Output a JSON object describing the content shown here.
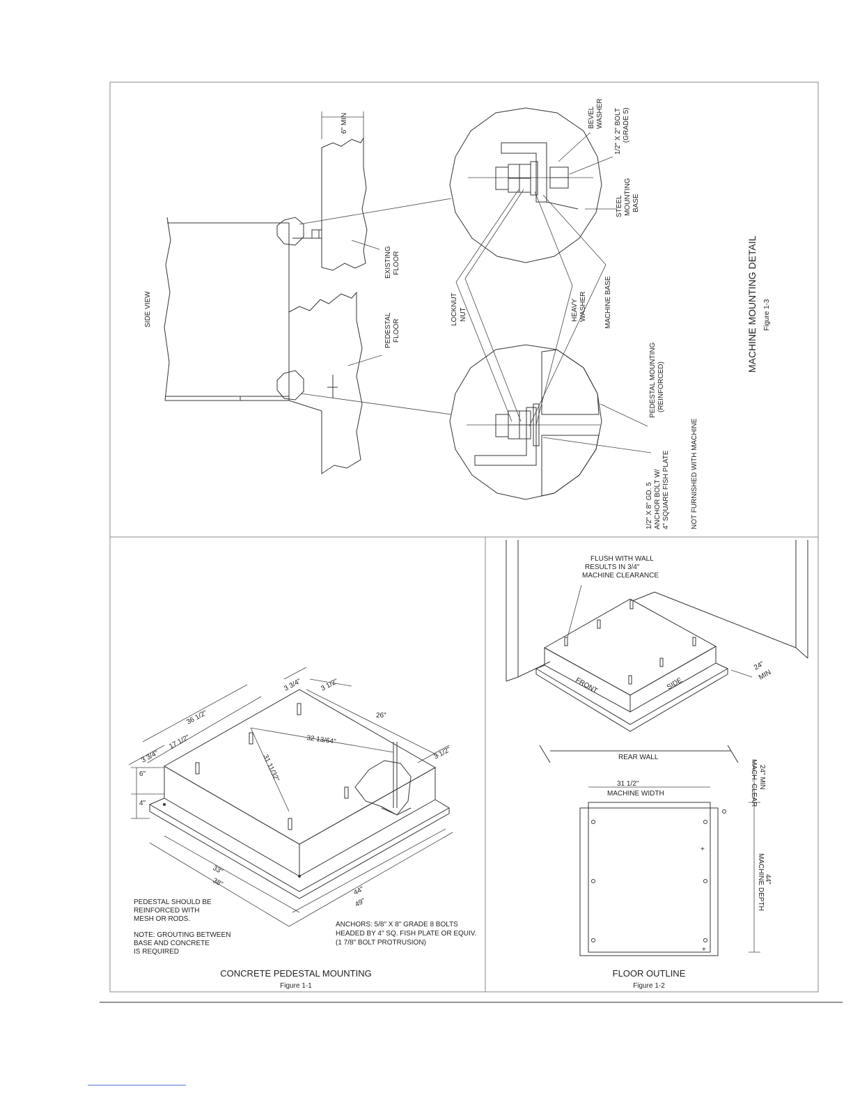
{
  "figure_1_3": {
    "title": "MACHINE MOUNTING DETAIL",
    "figure_no": "Figure 1-3",
    "side_view": "SIDE VIEW",
    "min_dim": "6\" MIN",
    "existing_floor": [
      "EXISTING",
      "FLOOR"
    ],
    "pedestal_floor": [
      "PEDESTAL",
      "FLOOR"
    ],
    "bevel_washer": [
      "BEVEL",
      "WASHER"
    ],
    "bolt": [
      "1/2\" X 2\" BOLT",
      "(GRADE 5)"
    ],
    "steel_base": [
      "STEEL",
      "MOUNTING",
      "BASE"
    ],
    "locknut": [
      "LOCKNUT",
      "NUT"
    ],
    "heavy_washer": [
      "HEAVY",
      "WASHER"
    ],
    "machine_base": "MACHINE BASE",
    "pedestal_mounting": [
      "PEDESTAL MOUNTING",
      "(REINFORCED)"
    ],
    "anchor_bolt": [
      "1/2\" X 8\" GD. 5",
      "ANCHOR BOLT W/",
      "4\" SQUARE FISH PLATE"
    ],
    "not_furnished": "NOT FURNISHED WITH MACHINE"
  },
  "figure_1_1": {
    "title": "CONCRETE PEDESTAL MOUNTING",
    "figure_no": "Figure 1-1",
    "dims": {
      "d36": "36 1/2\"",
      "d17": "17 1/2\"",
      "d3_34_top": "3 3/4\"",
      "d3_12_top": "3 1/2\"",
      "d26": "26\"",
      "d3_34_left": "3 3/4\"",
      "d32": "32 13/64\"",
      "d3_12_right": "3 1/2\"",
      "d31": "31 11/32\"",
      "d6": "6\"",
      "d4": "4\"",
      "d33": "33\"",
      "d38": "38\"",
      "d44": "44\"",
      "d49": "49\""
    },
    "note_reinforce": [
      "PEDESTAL SHOULD BE",
      "REINFORCED WITH",
      "MESH OR RODS."
    ],
    "note_grout": [
      "NOTE: GROUTING BETWEEN",
      "BASE AND CONCRETE",
      "IS REQUIRED"
    ],
    "anchors": [
      "ANCHORS: 5/8\" X 8\" GRADE 8 BOLTS",
      "HEADED BY 4\" SQ. FISH PLATE OR EQUIV.",
      "(1 7/8\" BOLT PROTRUSION)"
    ]
  },
  "figure_1_2": {
    "title": "FLOOR OUTLINE",
    "figure_no": "Figure 1-2",
    "flush": [
      "FLUSH WITH WALL",
      "RESULTS IN 3/4\"",
      "MACHINE CLEARANCE"
    ],
    "front": "FRONT",
    "side": "SIDE",
    "min24": [
      "24\"",
      "MIN"
    ],
    "rear_wall": "REAR WALL",
    "width_dim": "31 1/2\"",
    "width_label": "MACHINE WIDTH",
    "depth_dim": "44\"",
    "depth_label": "MACHINE DEPTH",
    "clear": [
      "24\" MIN",
      "MACH. CLEAR"
    ]
  }
}
